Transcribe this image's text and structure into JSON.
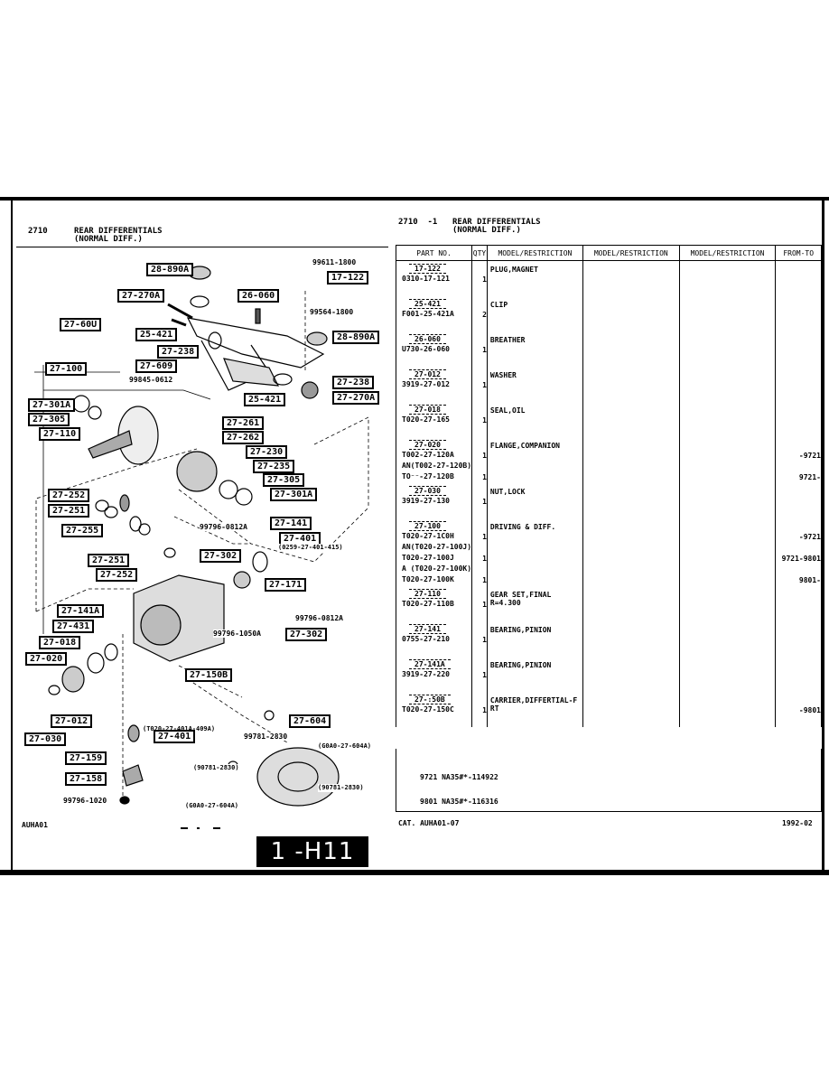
{
  "left_header": {
    "code": "2710",
    "title": "REAR DIFFERENTIALS",
    "subtitle": "(NORMAL DIFF.)"
  },
  "right_header": {
    "code": "2710  -1",
    "title": "REAR DIFFERENTIALS",
    "subtitle": "(NORMAL DIFF.)"
  },
  "table": {
    "headers": [
      "PART NO.",
      "QTY",
      "MODEL/RESTRICTION",
      "MODEL/RESTRICTION",
      "MODEL/RESTRICTION",
      "FROM-TO"
    ],
    "groups": [
      {
        "ref": "17-122",
        "desc": "PLUG,MAGNET",
        "rows": [
          {
            "pn": "0310-17-121",
            "qty": "1",
            "ft": ""
          }
        ]
      },
      {
        "ref": "25-421",
        "desc": "CLIP",
        "rows": [
          {
            "pn": "F001-25-421A",
            "qty": "2",
            "ft": ""
          }
        ]
      },
      {
        "ref": "26-060",
        "desc": "BREATHER",
        "rows": [
          {
            "pn": "U730-26-060",
            "qty": "1",
            "ft": ""
          }
        ]
      },
      {
        "ref": "27-012",
        "desc": "WASHER",
        "rows": [
          {
            "pn": "3919-27-012",
            "qty": "1",
            "ft": ""
          }
        ]
      },
      {
        "ref": "27-018",
        "desc": "SEAL,OIL",
        "rows": [
          {
            "pn": "T020-27-165",
            "qty": "1",
            "ft": ""
          }
        ]
      },
      {
        "ref": "27-020",
        "desc": "FLANGE,COMPANION",
        "rows": [
          {
            "pn": "T002-27-120A",
            "qty": "1",
            "ft": "-9721"
          },
          {
            "pn": "AN(T002-27-120B)",
            "qty": "",
            "ft": ""
          },
          {
            "pn": "TO⁻⁻-27-120B",
            "qty": "1",
            "ft": "9721-"
          }
        ]
      },
      {
        "ref": "27-030",
        "desc": "NUT,LOCK",
        "rows": [
          {
            "pn": "3919-27-130",
            "qty": "1",
            "ft": ""
          }
        ]
      },
      {
        "ref": "27-100",
        "desc": "DRIVING & DIFF.",
        "rows": [
          {
            "pn": "T020-27-1C0H",
            "qty": "1",
            "ft": "-9721"
          },
          {
            "pn": "AN(T020-27-100J)",
            "qty": "",
            "ft": ""
          },
          {
            "pn": "T020-27-100J",
            "qty": "1",
            "ft": "9721-9801"
          },
          {
            "pn": "A (T020-27-100K)",
            "qty": "",
            "ft": ""
          },
          {
            "pn": "T020-27-100K",
            "qty": "1",
            "ft": "9801-"
          }
        ]
      },
      {
        "ref": "27-110",
        "desc": "GEAR SET,FINAL",
        "desc2": "R=4.300",
        "rows": [
          {
            "pn": "T020-27-110B",
            "qty": "1",
            "ft": ""
          }
        ]
      },
      {
        "ref": "27-141",
        "desc": "BEARING,PINION",
        "rows": [
          {
            "pn": "0755-27-210",
            "qty": "1",
            "ft": ""
          }
        ]
      },
      {
        "ref": "27-141A",
        "desc": "BEARING,PINION",
        "rows": [
          {
            "pn": "3919-27-220",
            "qty": "1",
            "ft": ""
          }
        ]
      },
      {
        "ref": "27-:50B",
        "desc": "CARRIER,DIFFERTIAL-F",
        "desc2": "RT",
        "rows": [
          {
            "pn": "T020-27-150C",
            "qty": "1",
            "ft": "-9801"
          }
        ]
      }
    ],
    "serials": [
      "9721 NA35#*-114922",
      "9801 NA35#*-116316"
    ]
  },
  "diagram": {
    "labels": [
      "28-890A",
      "27-270A",
      "26-060",
      "99611-1800",
      "17-122",
      "99564-1800",
      "27-60U",
      "25-421",
      "27-238",
      "28-890A",
      "27-609",
      "99845-0612",
      "27-100",
      "27-238",
      "25-421",
      "27-270A",
      "27-301A",
      "27-305",
      "27-110",
      "27-261",
      "27-262",
      "27-230",
      "27-235",
      "27-305",
      "27-301A",
      "27-252",
      "27-251",
      "27-255",
      "99796-0812A",
      "27-141",
      "27-401",
      "(0259-27-401-415)",
      "27-251",
      "27-302",
      "27-252",
      "27-171",
      "27-141A",
      "27-431",
      "27-018",
      "27-020",
      "99796-0812A",
      "99796-1050A",
      "27-302",
      "27-150B",
      "27-012",
      "27-030",
      "27-604",
      "(T020-27-401A-409A)",
      "27-401",
      "99781-2830",
      "(G0A0-27-604A)",
      "27-159",
      "(90781-2830)",
      "(90781-2830)",
      "27-158",
      "99796-1020",
      "(G0A0-27-604A)"
    ]
  },
  "footer": {
    "left": "AUHA01",
    "mid": "CAT. AUHA01-07",
    "date": "1992-02",
    "page": "1 -H11"
  }
}
